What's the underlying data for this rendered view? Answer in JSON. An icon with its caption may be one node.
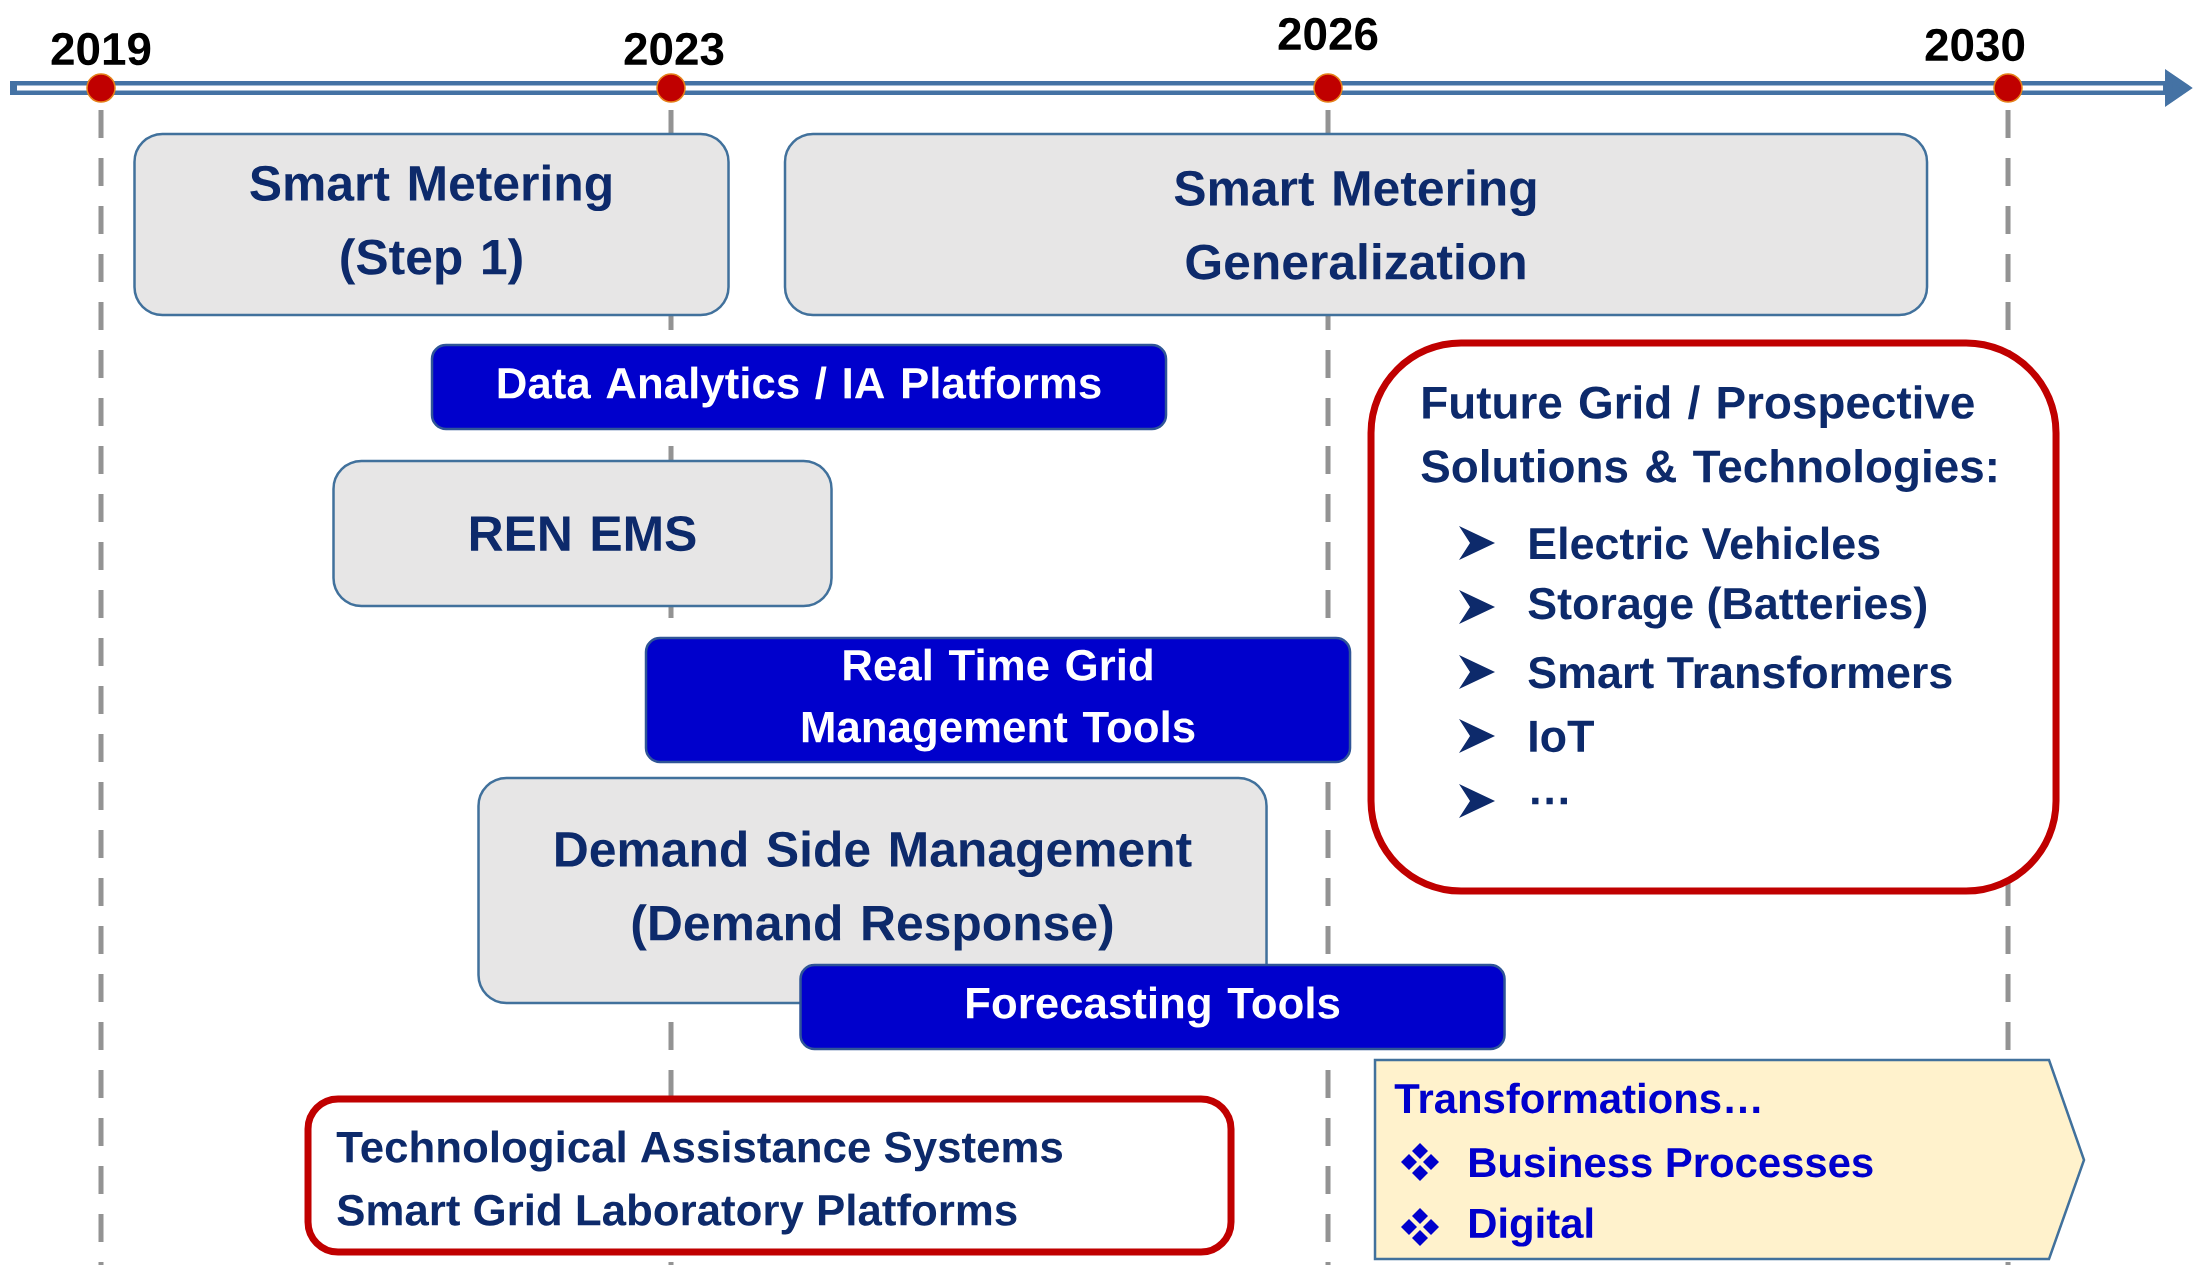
{
  "diagram": {
    "nodes": [
      {
        "text": [
          "Smart Metering (Step 1)"
        ]
      },
      {
        "text": [
          "Smart Metering Generalization"
        ]
      },
      {
        "text": [
          "Data Analytics / IA Platforms"
        ]
      },
      {
        "text": [
          "REN EMS"
        ]
      },
      {
        "text": [
          "Real Time Grid Management Tools"
        ]
      },
      {
        "text": [
          "Demand Side Management (Demand Response)"
        ]
      },
      {
        "text": [
          "Forecasting Tools"
        ]
      },
      {
        "text": [
          "Future Grid / Prospective Solutions  & Technologies:",
          "Electric Vehicles",
          "Storage (Batteries)",
          "Smart Transformers",
          "IoT",
          "…"
        ]
      },
      {
        "text": [
          "Technological Assistance Systems",
          "Smart Grid Laboratory Platforms"
        ]
      },
      {
        "text": [
          "Transformations…",
          "Business Processes",
          "Digital"
        ]
      }
    ],
    "labels": [
      "2019",
      "2023",
      "2026",
      "2030"
    ]
  }
}
